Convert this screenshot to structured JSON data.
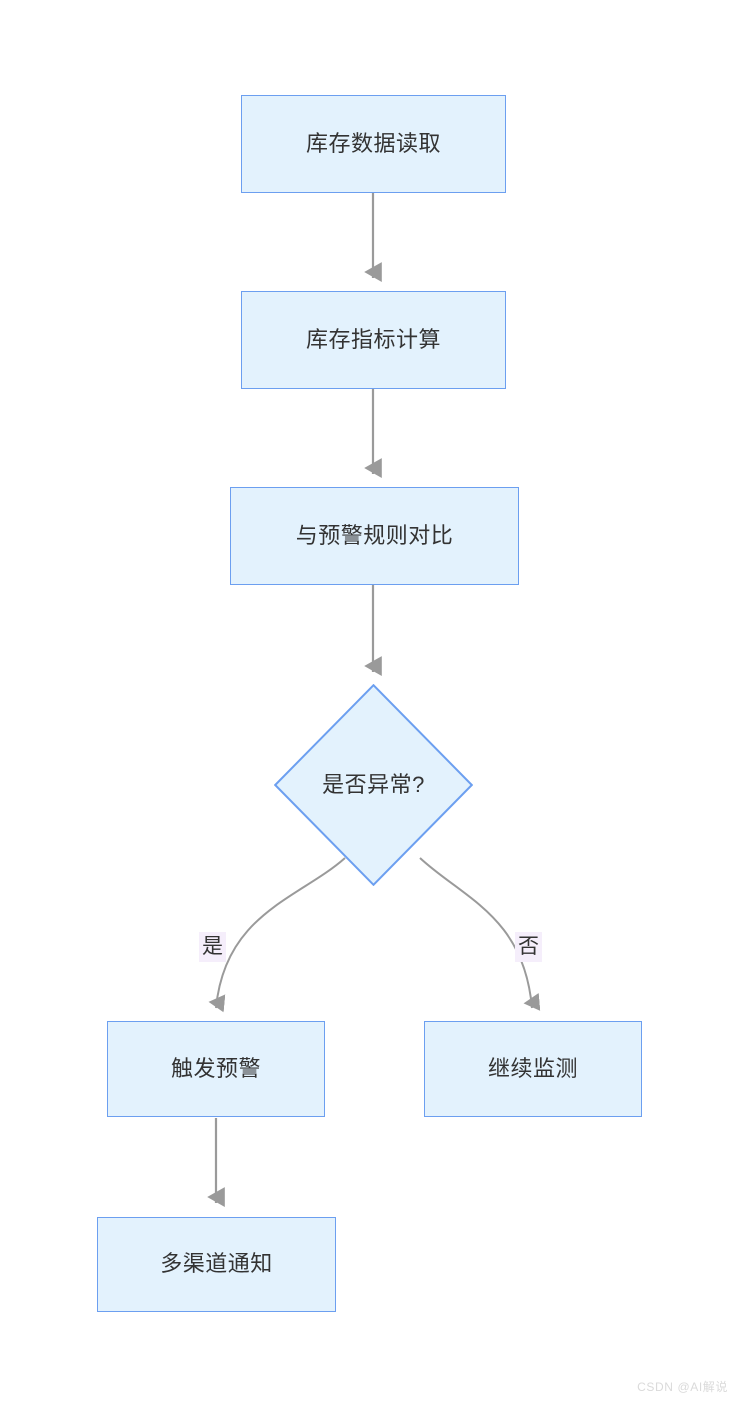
{
  "diagram": {
    "type": "flowchart",
    "direction": "top-down",
    "background_color": "#ffffff",
    "node_fill_color": "#e3f2fd",
    "node_border_color": "#6c9ff0",
    "node_text_color": "#333333",
    "edge_color": "#9a9a9a",
    "edge_label_background": "#f5eefb",
    "nodes": [
      {
        "id": "n1",
        "shape": "rect",
        "label": "库存数据读取"
      },
      {
        "id": "n2",
        "shape": "rect",
        "label": "库存指标计算"
      },
      {
        "id": "n3",
        "shape": "rect",
        "label": "与预警规则对比"
      },
      {
        "id": "n4",
        "shape": "diamond",
        "label": "是否异常?"
      },
      {
        "id": "n5",
        "shape": "rect",
        "label": "触发预警"
      },
      {
        "id": "n6",
        "shape": "rect",
        "label": "继续监测"
      },
      {
        "id": "n7",
        "shape": "rect",
        "label": "多渠道通知"
      }
    ],
    "edges": [
      {
        "from": "n1",
        "to": "n2",
        "label": ""
      },
      {
        "from": "n2",
        "to": "n3",
        "label": ""
      },
      {
        "from": "n3",
        "to": "n4",
        "label": ""
      },
      {
        "from": "n4",
        "to": "n5",
        "label": "是"
      },
      {
        "from": "n4",
        "to": "n6",
        "label": "否"
      },
      {
        "from": "n5",
        "to": "n7",
        "label": ""
      }
    ],
    "edge_labels": {
      "yes": "是",
      "no": "否"
    }
  },
  "watermark": {
    "text": "CSDN @AI解说"
  }
}
